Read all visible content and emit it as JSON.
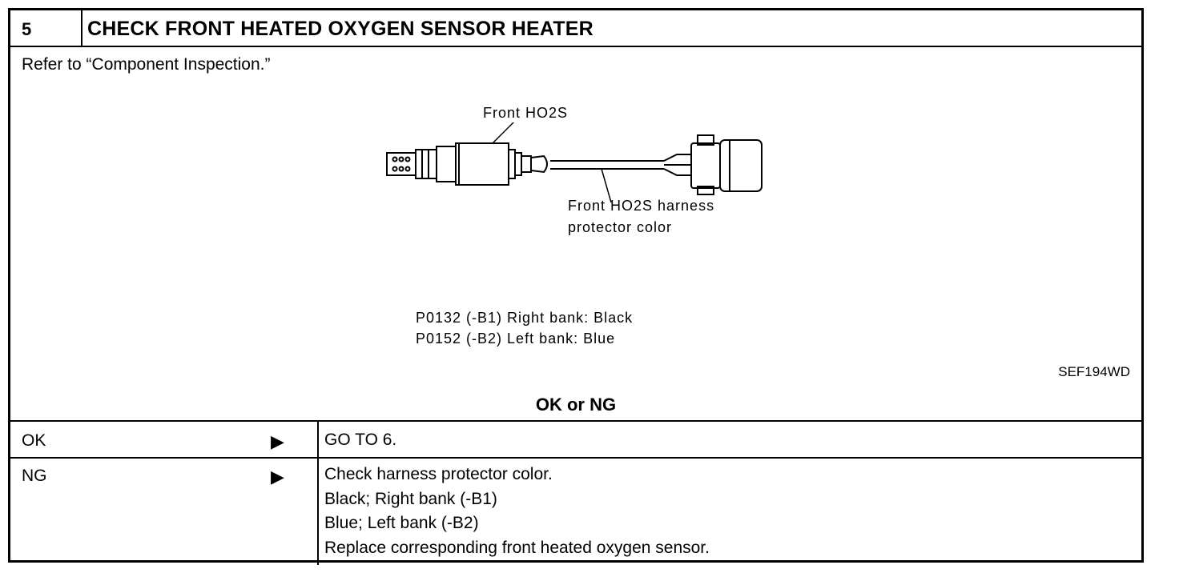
{
  "header": {
    "step": "5",
    "title": "CHECK FRONT HEATED OXYGEN SENSOR HEATER"
  },
  "refer_text": "Refer to “Component Inspection.”",
  "figure": {
    "label_sensor": "Front HO2S",
    "label_harness_1": "Front HO2S harness",
    "label_harness_2": "protector color",
    "note_1": "P0132 (-B1) Right bank: Black",
    "note_2": "P0152 (-B2) Left bank: Blue",
    "code": "SEF194WD"
  },
  "result_heading": "OK or NG",
  "results": [
    {
      "label": "OK",
      "arrow": "▶",
      "lines": [
        "GO TO 6."
      ]
    },
    {
      "label": "NG",
      "arrow": "▶",
      "lines": [
        "Check harness protector color.",
        "Black; Right bank (-B1)",
        "Blue; Left bank (-B2)",
        "Replace corresponding front heated oxygen sensor."
      ]
    }
  ]
}
